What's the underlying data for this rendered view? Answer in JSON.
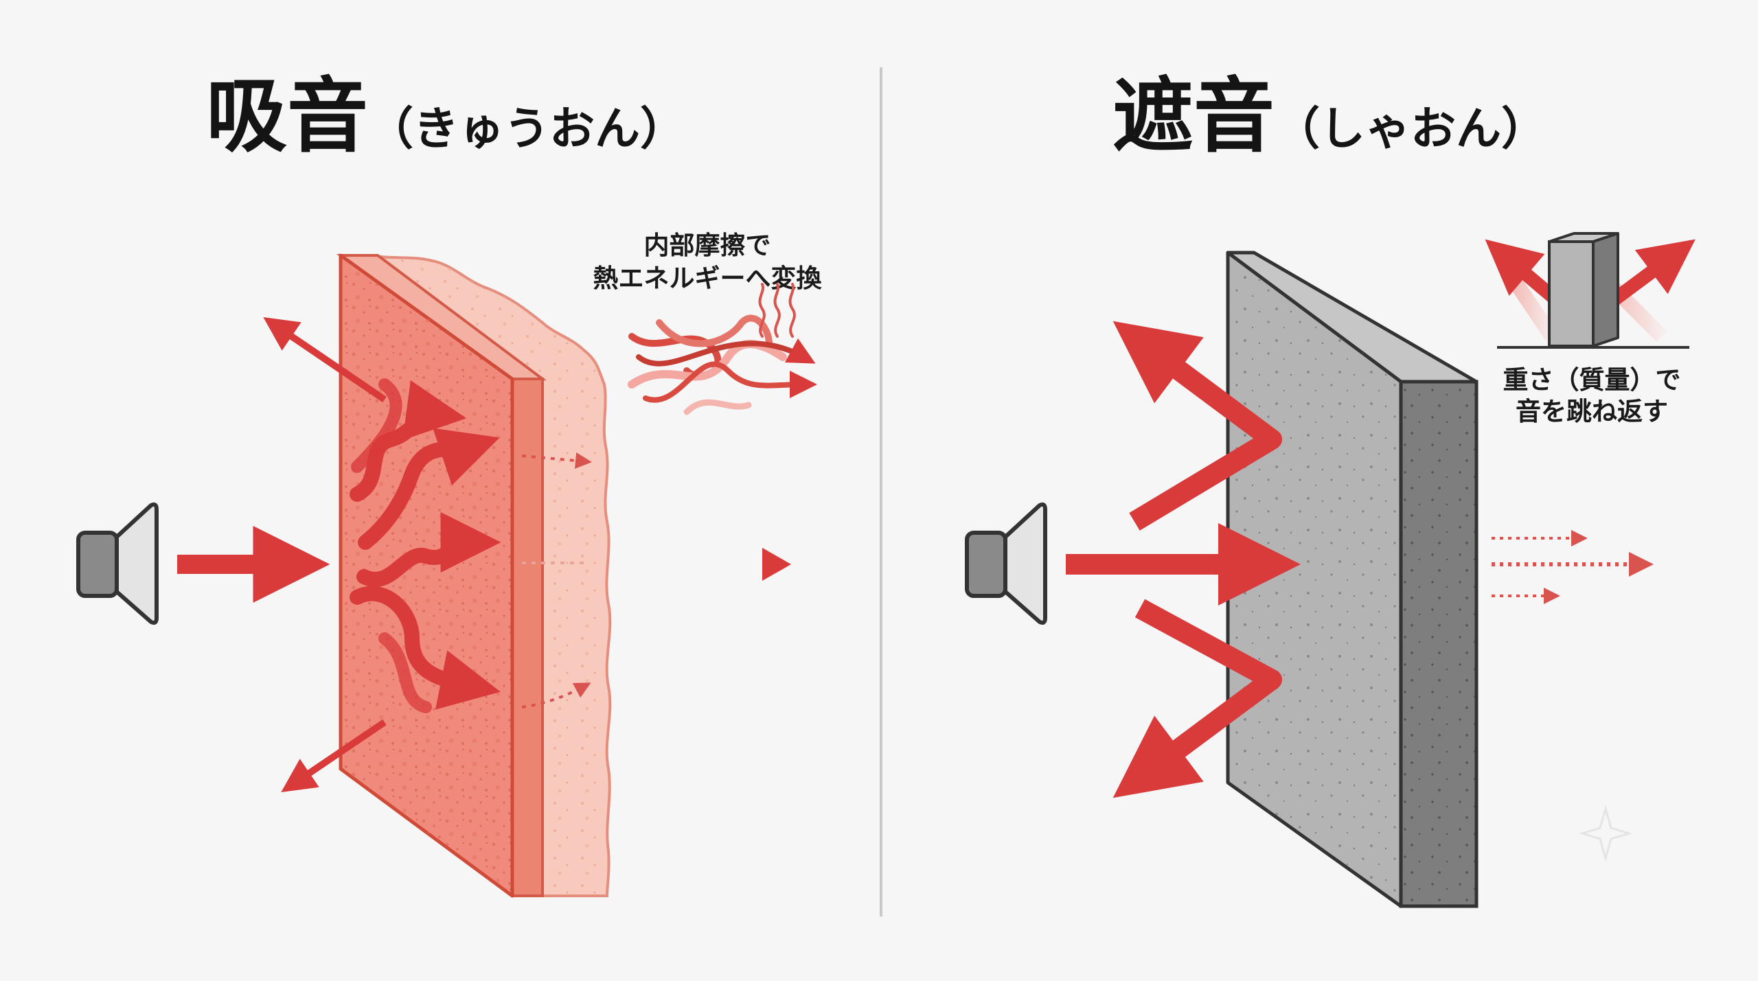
{
  "left_panel": {
    "title_main": "吸音",
    "title_sub": "（きゅうおん）",
    "note_line1": "内部摩擦で",
    "note_line2": "熱エネルギーへ変換"
  },
  "right_panel": {
    "title_main": "遮音",
    "title_sub": "（しゃおん）",
    "note_line1": "重さ（質量）で",
    "note_line2": "音を跳ね返す"
  },
  "colors": {
    "arrow_red": "#d93a3a",
    "absorber_front": "#f08a7c",
    "absorber_side": "#f8c9bd",
    "wall_front": "#b4b4b4",
    "wall_side": "#7e7e7e",
    "divider": "#c8c8c8"
  },
  "icons": {
    "source": "speaker-icon",
    "heat": "heat-waves-icon",
    "fibers": "tangled-fibers-icon",
    "block": "solid-block-icon"
  }
}
